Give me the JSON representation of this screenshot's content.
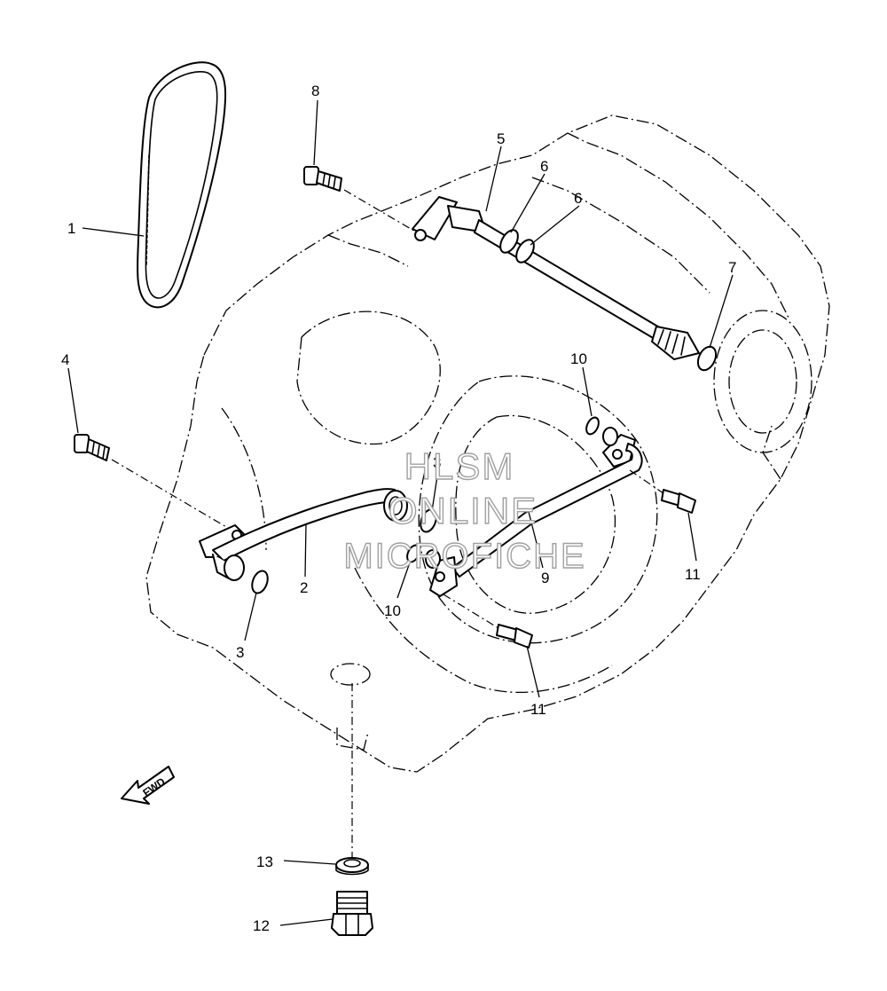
{
  "callouts": {
    "c1": "1",
    "c2": "2",
    "c3a": "3",
    "c3b": "3",
    "c4": "4",
    "c5": "5",
    "c6a": "6",
    "c6b": "6",
    "c7": "7",
    "c8": "8",
    "c9": "9",
    "c10a": "10",
    "c10b": "10",
    "c11a": "11",
    "c11b": "11",
    "c12": "12",
    "c13": "13"
  },
  "fwd_label": "FWD",
  "watermark": {
    "line1": "HLSM",
    "line2": "ONLINE",
    "line3": "MICROFICHE"
  }
}
